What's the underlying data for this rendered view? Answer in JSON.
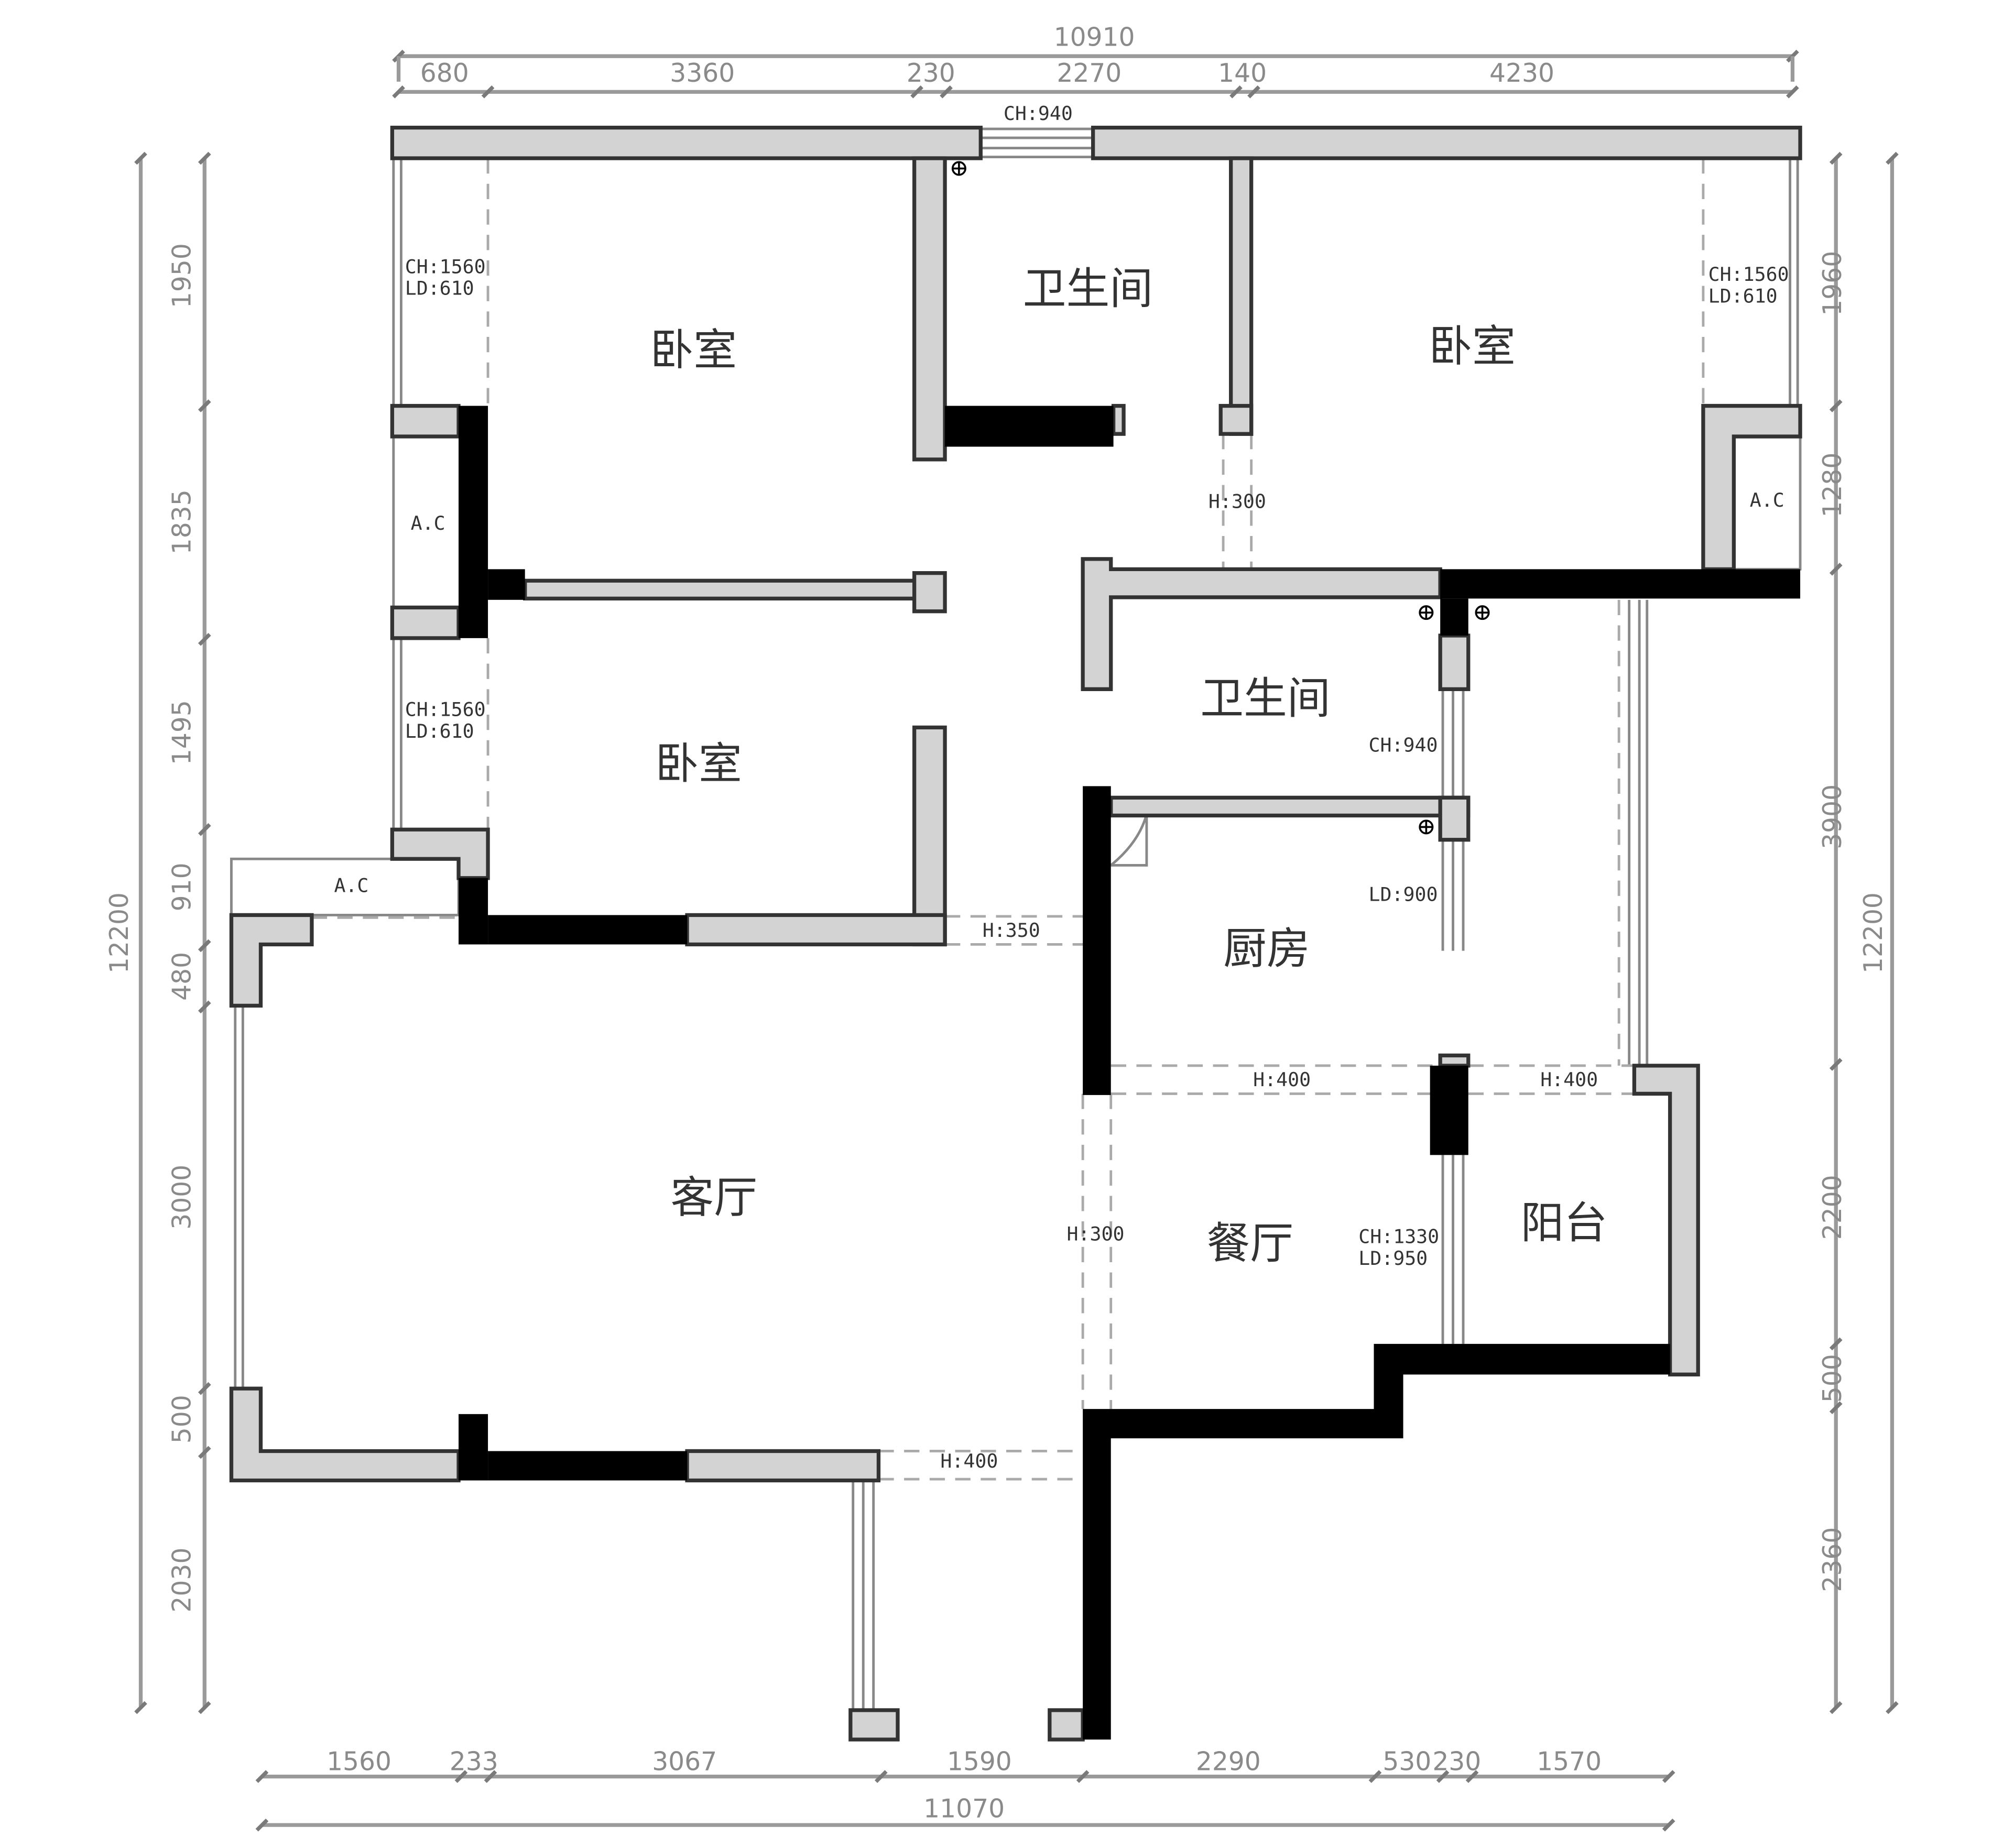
{
  "rooms": {
    "bedroom_nw": "卧室",
    "bathroom_n": "卫生间",
    "bedroom_ne": "卧室",
    "bedroom_w": "卧室",
    "bathroom_c": "卫生间",
    "kitchen": "厨房",
    "living": "客厅",
    "dining": "餐厅",
    "balcony": "阳台"
  },
  "annotations": {
    "ch940_top": "CH:940",
    "ch1560_a": "CH:1560",
    "ld610_a": "LD:610",
    "ch1560_b": "CH:1560",
    "ld610_b": "LD:610",
    "ch1560_c": "CH:1560",
    "ld610_c": "LD:610",
    "ac_1": "A.C",
    "ac_2": "A.C",
    "ac_3": "A.C",
    "h300_a": "H:300",
    "ch940_mid": "CH:940",
    "ld900": "LD:900",
    "h350": "H:350",
    "h400_a": "H:400",
    "h400_b": "H:400",
    "h300_b": "H:300",
    "ch1330": "CH:1330",
    "ld950": "LD:950",
    "h400_c": "H:400"
  },
  "dimensions": {
    "top_total": "10910",
    "top": [
      "680",
      "3360",
      "230",
      "2270",
      "140",
      "4230"
    ],
    "bottom_total": "11070",
    "bottom": [
      "1560",
      "233",
      "3067",
      "1590",
      "2290",
      "530",
      "230",
      "1570"
    ],
    "left_total": "12200",
    "left": [
      "1950",
      "1835",
      "1495",
      "910",
      "480",
      "3000",
      "500",
      "2030"
    ],
    "right_total": "12200",
    "right": [
      "1960",
      "1280",
      "3900",
      "2200",
      "500",
      "2360"
    ]
  }
}
